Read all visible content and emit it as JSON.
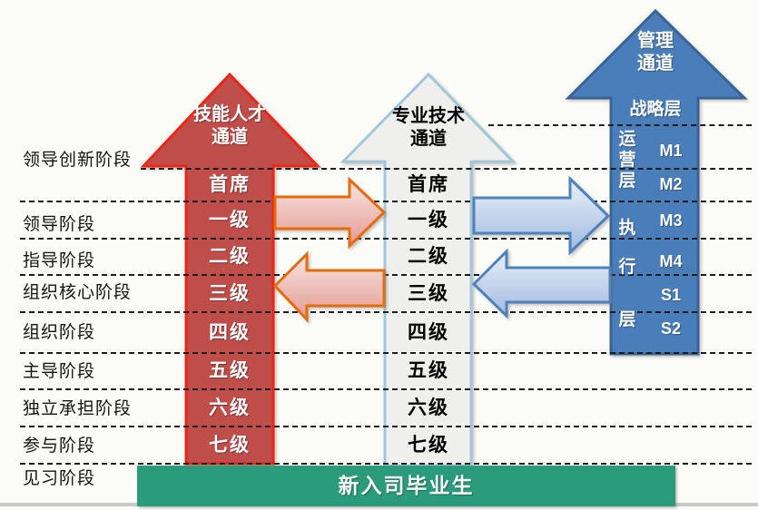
{
  "stages": {
    "items": [
      "领导创新阶段",
      "领导阶段",
      "指导阶段",
      "组织核心阶段",
      "组织阶段",
      "主导阶段",
      "独立承担阶段",
      "参与阶段",
      "见习阶段"
    ]
  },
  "skill_channel": {
    "title_line1": "技能人才",
    "title_line2": "通道",
    "levels": [
      "首席",
      "一级",
      "二级",
      "三级",
      "四级",
      "五级",
      "六级",
      "七级"
    ],
    "fill_color": "#BF4E4B",
    "border_color": "#ED2613"
  },
  "professional_channel": {
    "title_line1": "专业技术",
    "title_line2": "通道",
    "levels": [
      "首席",
      "一级",
      "二级",
      "三级",
      "四级",
      "五级",
      "六级",
      "七级"
    ],
    "fill_color": "#EFEFED",
    "border_color": "#A3C7DA"
  },
  "management_channel": {
    "title_line1": "管理",
    "title_line2": "通道",
    "strategy_label": "战略层",
    "operation_layer_chars": [
      "运",
      "营",
      "层"
    ],
    "operation_grades": [
      "M1",
      "M2"
    ],
    "execution_layer_chars": [
      "执",
      "行",
      "层"
    ],
    "execution_grades": [
      "M3",
      "M4",
      "S1",
      "S2"
    ],
    "fill_color": "#4A7EBB",
    "border_color": "#3A6395"
  },
  "bottom_banner": {
    "label": "新入司毕业生",
    "color": "#2A9C7B"
  }
}
